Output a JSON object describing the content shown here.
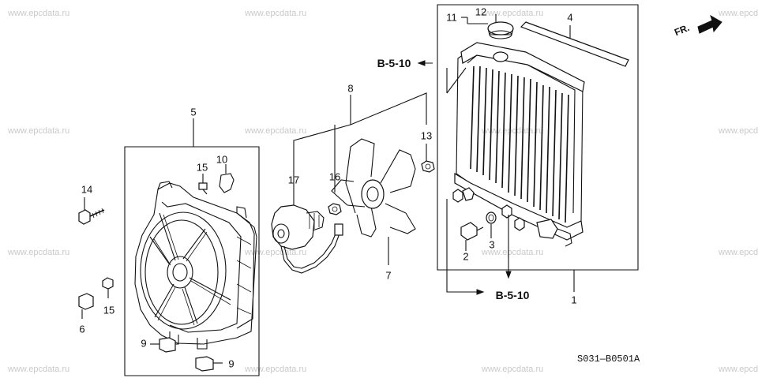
{
  "watermark": "www.epcdata.ru",
  "orientation_label": "FR.",
  "diagram_code": "S031—B0501A",
  "reference_labels": {
    "top": "B-5-10",
    "bottom": "B-5-10"
  },
  "callouts": {
    "c1": "1",
    "c2": "2",
    "c3": "3",
    "c4": "4",
    "c5": "5",
    "c6": "6",
    "c7": "7",
    "c8": "8",
    "c9a": "9",
    "c9b": "9",
    "c10": "10",
    "c11": "11",
    "c12": "12",
    "c13": "13",
    "c14": "14",
    "c15a": "15",
    "c15b": "15",
    "c16": "16",
    "c17": "17"
  }
}
